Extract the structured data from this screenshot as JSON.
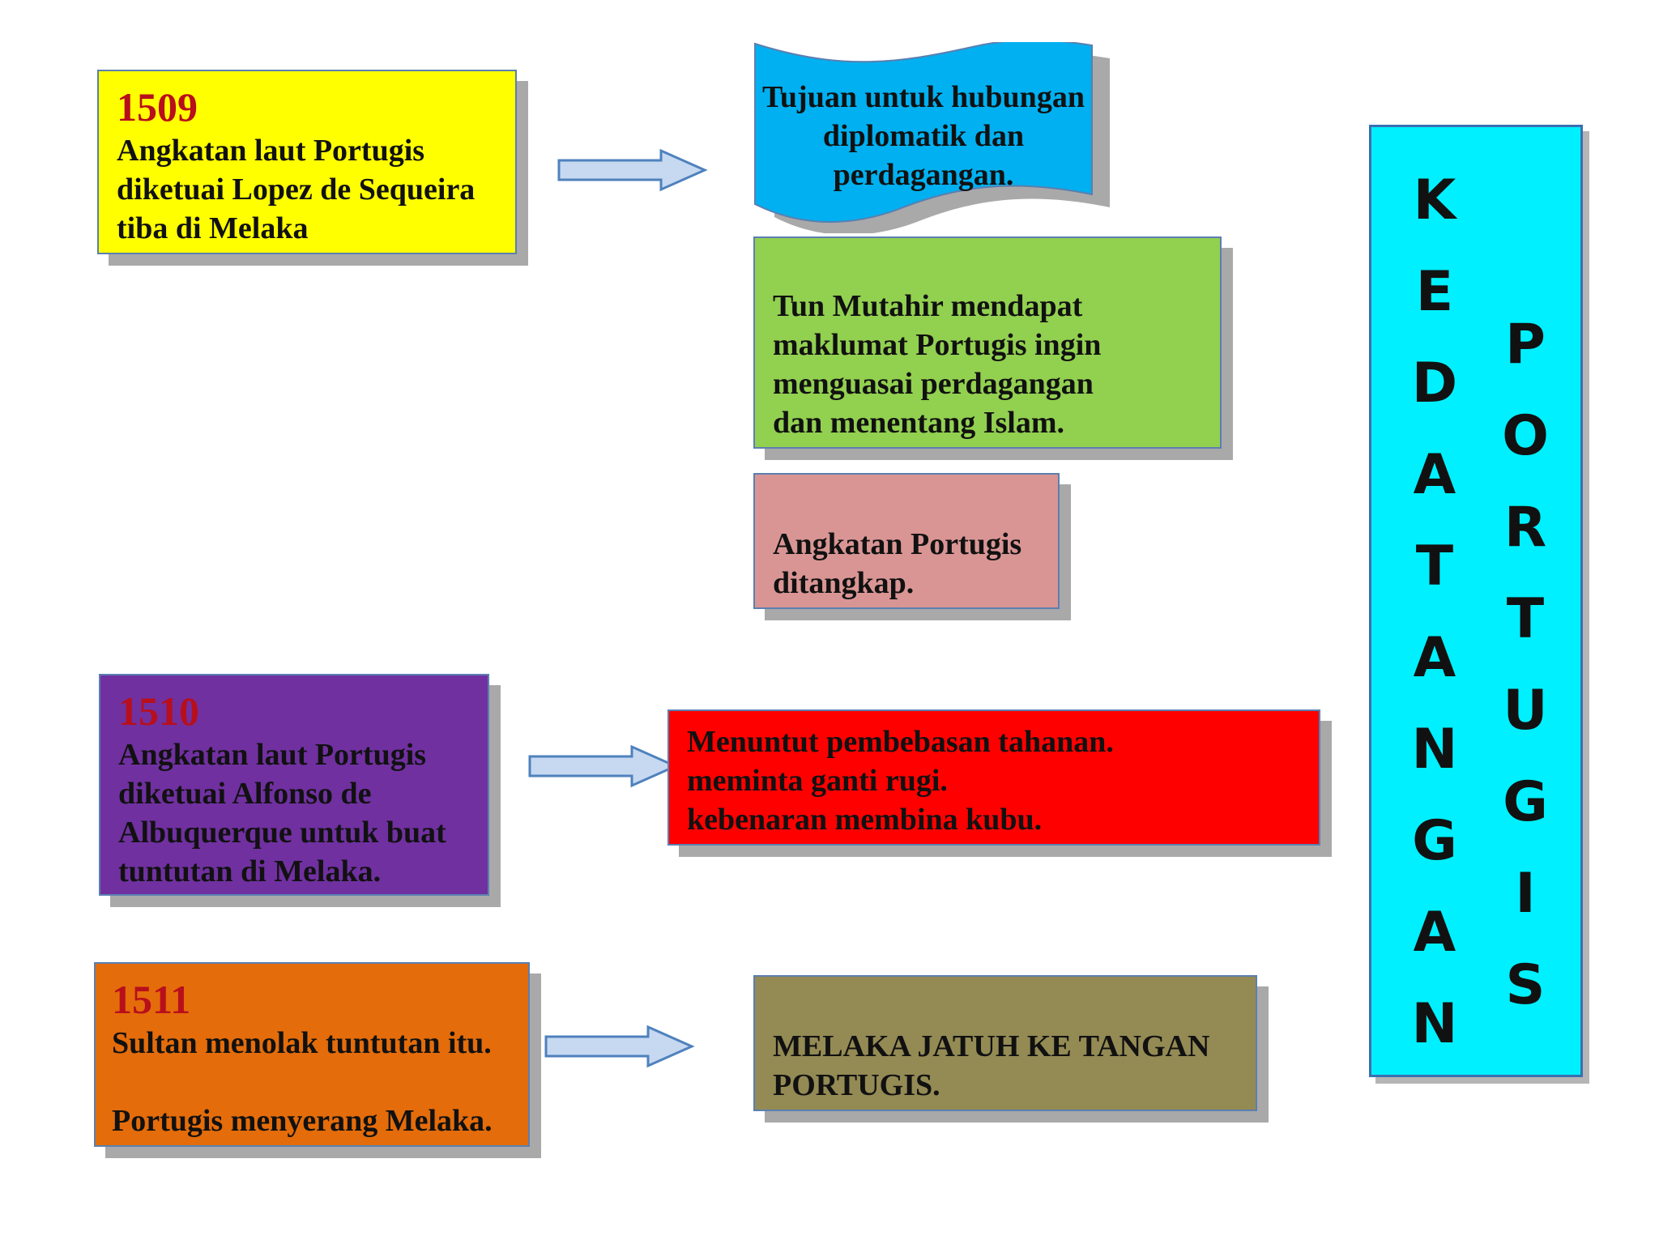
{
  "event_1509": {
    "year": "1509",
    "lines": [
      "Angkatan laut Portugis",
      "diketuai Lopez de Sequeira",
      "tiba di Melaka"
    ]
  },
  "result_1509_a": {
    "lines": [
      "Tujuan untuk hubungan",
      "diplomatik dan",
      "perdagangan."
    ]
  },
  "result_1509_b": {
    "lines": [
      "Tun Mutahir mendapat",
      "maklumat Portugis ingin",
      "menguasai perdagangan",
      "dan menentang Islam."
    ]
  },
  "result_1509_c": {
    "lines": [
      "Angkatan Portugis",
      "ditangkap."
    ]
  },
  "event_1510": {
    "year": "1510",
    "lines": [
      "Angkatan laut Portugis",
      "diketuai Alfonso de",
      "Albuquerque untuk buat",
      "tuntutan di Melaka."
    ]
  },
  "result_1510": {
    "lines": [
      "Menuntut pembebasan tahanan.",
      "meminta ganti rugi.",
      "kebenaran membina kubu."
    ]
  },
  "event_1511": {
    "year": "1511",
    "lines": [
      "Sultan menolak tuntutan itu.",
      "",
      "Portugis menyerang Melaka."
    ]
  },
  "result_1511": {
    "lines": [
      "MELAKA JATUH KE TANGAN",
      "PORTUGIS."
    ]
  },
  "side_title": {
    "word1": [
      "K",
      "E",
      "D",
      "A",
      "T",
      "A",
      "N",
      "G",
      "A",
      "N"
    ],
    "word2": [
      "P",
      "O",
      "R",
      "T",
      "U",
      "G",
      "I",
      "S"
    ]
  },
  "colors": {
    "yellow": "#ffff00",
    "blue": "#00b0f0",
    "green": "#92d050",
    "pink": "#d99594",
    "purple": "#7030a0",
    "red": "#ff0000",
    "orange": "#e46c0a",
    "olive": "#948a54",
    "cyan": "#00f0ff",
    "year": "#b80f1c",
    "arrow": "#c6d9f1"
  }
}
